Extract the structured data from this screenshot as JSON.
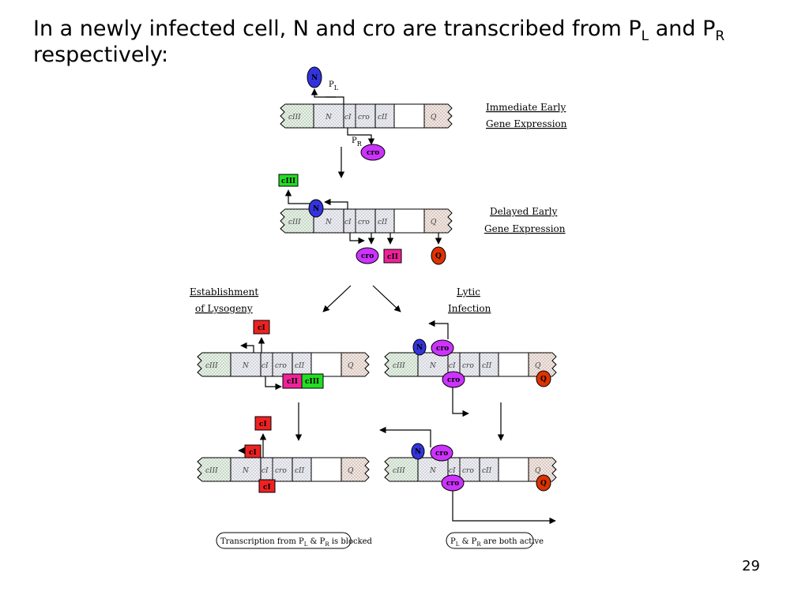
{
  "title": {
    "line1": "In a newly infected cell, N and cro are transcribed from P",
    "sub_l": "L",
    "and": " and P",
    "sub_r": "R",
    "line2": "respectively:"
  },
  "page_number": "29",
  "genes": [
    "cIII",
    "N",
    "cI",
    "cro",
    "cII",
    "Q"
  ],
  "stages": {
    "immediate": [
      "Immediate Early",
      "Gene Expression"
    ],
    "delayed": [
      "Delayed Early",
      "Gene Expression"
    ],
    "lysogeny": [
      "Establishment",
      "of Lysogeny"
    ],
    "lytic": [
      "Lytic",
      "Infection"
    ]
  },
  "promoters": {
    "pl": "P",
    "pl_sub": "L",
    "pr": "P",
    "pr_sub": "R"
  },
  "proteins": {
    "n": "N",
    "cro": "cro",
    "ciii": "cIII",
    "cii": "cII",
    "q": "Q",
    "ci": "cI"
  },
  "notes": {
    "lysogeny": {
      "a": "Transcription from P",
      "sub_l": "L",
      "b": " & P",
      "sub_r": "R",
      "c": " is blocked"
    },
    "lytic": {
      "a": "P",
      "sub_l": "L",
      "b": " & P",
      "sub_r": "R",
      "c": " are both active"
    }
  },
  "colors": {
    "n": "#3333dd",
    "cro": "#cc33ff",
    "ciii": "#22dd22",
    "cii": "#ee2299",
    "q": "#dd3300",
    "ci": "#ee2222"
  }
}
